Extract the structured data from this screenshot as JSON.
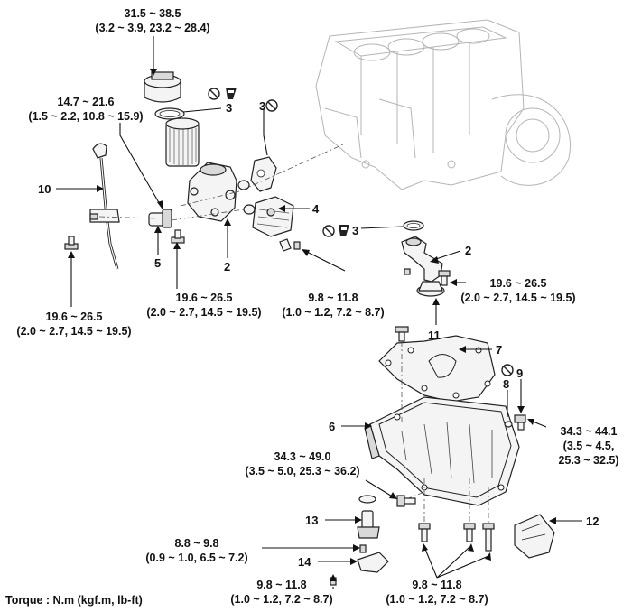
{
  "diagram": {
    "footer_label": "Torque : N.m (kgf.m, lb-ft)",
    "torques": {
      "oil_filter_cap": [
        "31.5 ~ 38.5",
        "(3.2 ~ 3.9, 23.2 ~ 28.4)"
      ],
      "connector": [
        "14.7 ~ 21.6",
        "(1.5 ~ 2.2, 10.8 ~ 15.9)"
      ],
      "dipstick_bolt": [
        "19.6 ~ 26.5",
        "(2.0 ~ 2.7, 14.5 ~ 19.5)"
      ],
      "housing_bolt": [
        "19.6 ~ 26.5",
        "(2.0 ~ 2.7, 14.5 ~ 19.5)"
      ],
      "cooler_bolt": [
        "9.8 ~ 11.8",
        "(1.0 ~ 1.2, 7.2 ~ 8.7)"
      ],
      "strainer_bolt": [
        "19.6 ~ 26.5",
        "(2.0 ~ 2.7, 14.5 ~ 19.5)"
      ],
      "drain_plug": [
        "34.3 ~ 44.1",
        "(3.5 ~ 4.5,",
        "25.3 ~ 32.5)"
      ],
      "pan_bolt_side": [
        "34.3 ~ 49.0",
        "(3.5 ~ 5.0, 25.3 ~ 36.2)"
      ],
      "sensor_screw": [
        "8.8 ~ 9.8",
        "(0.9 ~ 1.0, 6.5 ~ 7.2)"
      ],
      "level_sensor_bolt": [
        "9.8 ~ 11.8",
        "(1.0 ~ 1.2, 7.2 ~ 8.7)"
      ],
      "pan_bolts_bottom": [
        "9.8 ~ 11.8",
        "(1.0 ~ 1.2, 7.2 ~ 8.7)"
      ]
    },
    "callouts": {
      "c3a": "3",
      "c3b": "3",
      "c3c": "3",
      "c10": "10",
      "c5": "5",
      "c2a": "2",
      "c4": "4",
      "c2b": "2",
      "c11": "11",
      "c7": "7",
      "c8": "8",
      "c9": "9",
      "c6": "6",
      "c13": "13",
      "c14": "14",
      "c12": "12"
    }
  }
}
